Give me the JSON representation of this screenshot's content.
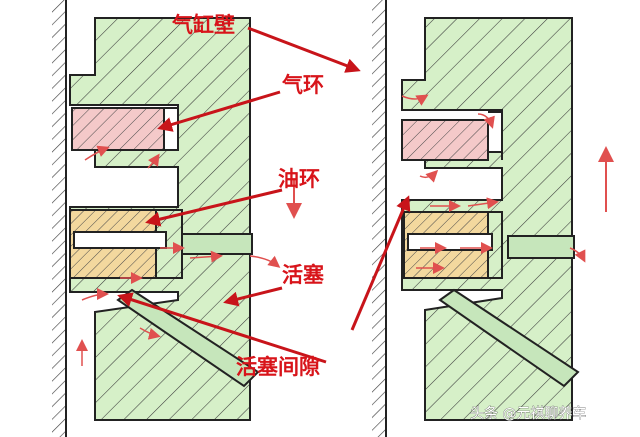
{
  "diagram": {
    "labels": {
      "cylinder_wall": "气缸壁",
      "piston_ring": "气环",
      "oil_ring": "油环",
      "piston": "活塞",
      "piston_clearance": "活塞间隙"
    },
    "watermark": "头条 @元祺聊养车",
    "colors": {
      "label_red": "#d8141a",
      "piston_fill": "#d6f0c8",
      "ring_fill": "#f4c9c9",
      "oil_ring_fill": "#f3d89e",
      "pin_fill": "#c6e6bb",
      "flow_red": "#e0504f",
      "outline": "#222222"
    },
    "panels": [
      {
        "name": "left",
        "motion": "down"
      },
      {
        "name": "right",
        "motion": "up"
      }
    ]
  }
}
